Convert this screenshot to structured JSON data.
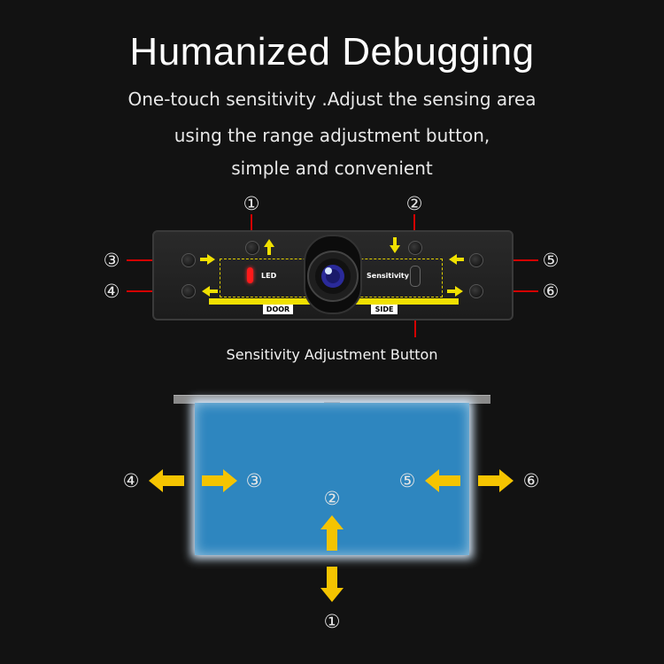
{
  "title": "Humanized  Debugging",
  "subtitle_lines": [
    "One-touch sensitivity .Adjust the sensing area",
    "using the range adjustment button,",
    "simple and convenient"
  ],
  "device": {
    "led_label": "LED",
    "sensitivity_label": "Sensitivity",
    "door_label": "DOOR",
    "side_label": "SIDE"
  },
  "sensitivity_button_label": "Sensitivity Adjustment Button",
  "markers": {
    "m1": "①",
    "m2": "②",
    "m3": "③",
    "m4": "④",
    "m5": "⑤",
    "m6": "⑥"
  },
  "colors": {
    "background": "#121212",
    "arrow_yellow": "#f5c400",
    "device_yellow": "#f0e000",
    "leader_red": "#d40000",
    "screen_blue": "#2e86bf"
  }
}
